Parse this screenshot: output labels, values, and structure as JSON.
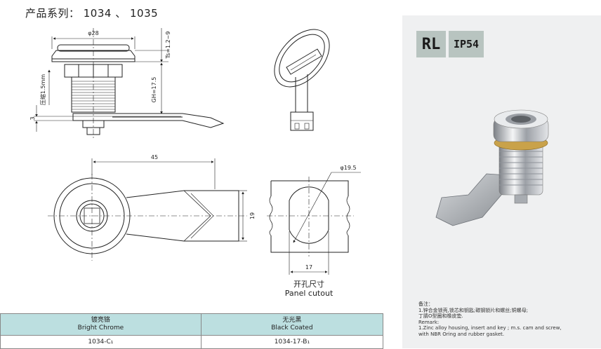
{
  "header": {
    "title": "产品系列： 1034 、 1035"
  },
  "dimensions": {
    "diameter": "φ28",
    "ts": "Ts=1.2~9",
    "gh": "GH=17.5",
    "compression": "压缩1.5mm",
    "thickness": "3",
    "length": "45",
    "width": "19",
    "cutout_diameter": "φ19.5",
    "cutout_width": "17"
  },
  "panel_cutout": {
    "label_cn": "开孔尺寸",
    "label_en": "Panel cutout"
  },
  "badges": {
    "rl": "RL",
    "ip": "IP54"
  },
  "remarks": {
    "heading_cn": "备注：",
    "line_cn_1": "1.锌合金锁壳,锁芯和钥匙;碳钢锁片和螺丝;铜螺母;",
    "line_cn_2": "丁腈O型圈和橡皮垫.",
    "heading_en": "Remark:",
    "line_en_1": "1.Zinc alloy housing, insert and key ; m.s. cam and screw,",
    "line_en_2": "with NBR Oring and rubber gasket."
  },
  "finish_table": {
    "col1_cn": "镀亮铬",
    "col1_en": "Bright Chrome",
    "col2_cn": "无光黑",
    "col2_en": "Black Coated",
    "row1_col1": "1034-C₁",
    "row1_col2": "1034-17-B₁"
  },
  "colors": {
    "panel_bg": "#eff0f1",
    "badge_bg": "#b8c4c0",
    "table_header_bg": "#bcdfe0",
    "brass_ring": "#c9a24a"
  }
}
